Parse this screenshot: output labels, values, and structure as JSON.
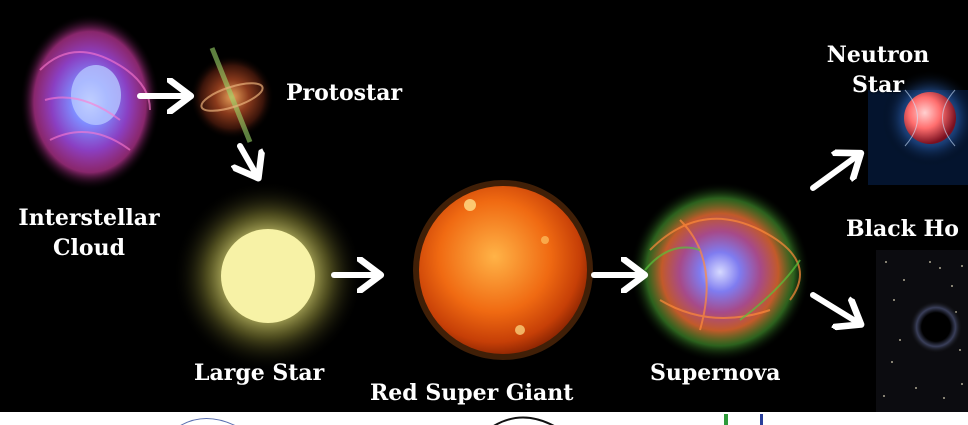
{
  "diagram": {
    "stages": {
      "interstellar_cloud": {
        "line1": "Interstellar",
        "line2": "Cloud"
      },
      "protostar": {
        "label": "Protostar"
      },
      "large_star": {
        "label": "Large Star"
      },
      "red_super_giant": {
        "label": "Red Super Giant"
      },
      "supernova": {
        "label": "Supernova"
      },
      "neutron_star": {
        "line1": "Neutron",
        "line2": "Star"
      },
      "black_hole": {
        "label": "Black Ho"
      }
    },
    "colors": {
      "background": "#000000",
      "label_text": "#ffffff",
      "arrow": "#ffffff",
      "large_star": "#f7f2a6",
      "red_super_giant": "#f06a12",
      "nebula_core": "#7f8cff",
      "neutron_star": "#ff6e6e"
    }
  }
}
